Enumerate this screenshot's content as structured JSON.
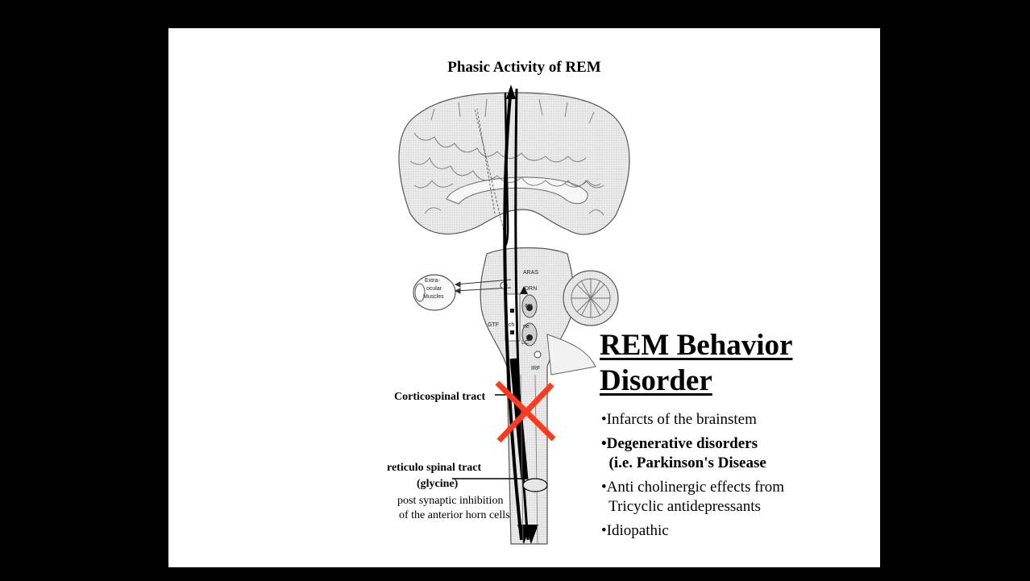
{
  "slide": {
    "title": "Phasic Activity of REM",
    "diagram_labels": {
      "aras": "ARAS",
      "drn": "DRN",
      "gtf": "GTF",
      "ch": "ch",
      "ne": "ne",
      "lc": "LC",
      "irf": "IRF",
      "am": "am",
      "eye_line1": "Extra-",
      "eye_line2": "ocular",
      "eye_line3": "Muscles"
    },
    "corticospinal_label": "Corticospinal tract",
    "reticulo_label": "reticulo spinal tract",
    "glycine_label": "(glycine)",
    "inhibition_line1": "post synaptic inhibition",
    "inhibition_line2": "of the anterior horn cells",
    "heading_line1": "REM Behavior ",
    "heading_line2": "Disorder",
    "bullets": [
      "•Infarcts of the brainstem",
      "•Degenerative disorders",
      "  (i.e. Parkinson's Disease",
      "•Anti cholinergic effects from",
      "  Tricyclic antidepressants",
      "•Idiopathic"
    ],
    "colors": {
      "background": "#000000",
      "slide": "#ffffff",
      "brain_fill": "#e6e6e6",
      "cross": "#ff3b1f"
    }
  }
}
